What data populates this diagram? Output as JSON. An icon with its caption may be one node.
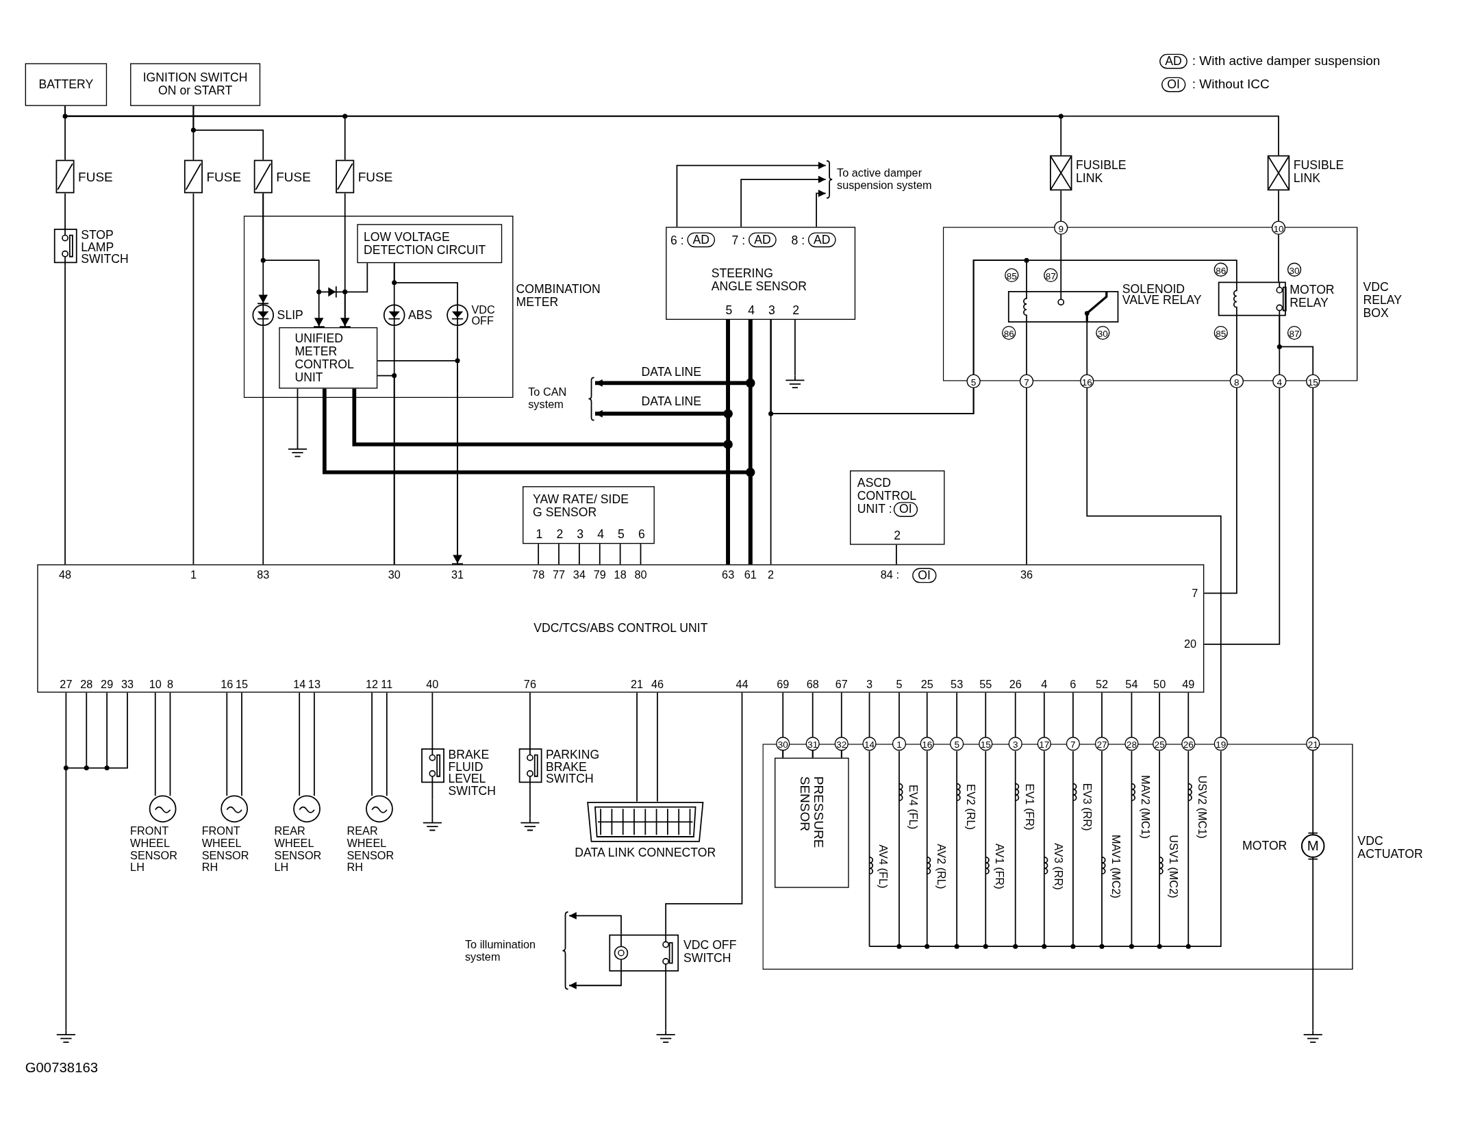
{
  "diagram": {
    "nodes": [
      {
        "text": [
          "BATTERY"
        ]
      },
      {
        "text": [
          "IGNITION SWITCH ON or START"
        ]
      },
      {
        "text": [
          "FUSE"
        ]
      },
      {
        "text": [
          "FUSE"
        ]
      },
      {
        "text": [
          "FUSE"
        ]
      },
      {
        "text": [
          "FUSE"
        ]
      },
      {
        "text": [
          "STOP LAMP SWITCH"
        ]
      },
      {
        "text": [
          "COMBINATION METER"
        ]
      },
      {
        "text": [
          "LOW VOLTAGE DETECTION CIRCUIT"
        ],
        "in": 7
      },
      {
        "text": [
          "SLIP"
        ],
        "in": 7
      },
      {
        "text": [
          "ABS"
        ],
        "in": 7
      },
      {
        "text": [
          "VDC OFF"
        ],
        "in": 7
      },
      {
        "text": [
          "UNIFIED METER CONTROL UNIT"
        ],
        "in": 7
      },
      {
        "text": [],
        "shape": "ground"
      },
      {
        "text": [
          "To active damper suspension system"
        ]
      },
      {
        "text": [
          "6 :",
          "AD",
          "7 :",
          "AD",
          "8 :",
          "AD",
          "STEERING ANGLE SENSOR",
          "5",
          "4",
          "3",
          "2"
        ]
      },
      {
        "text": [],
        "shape": "ground"
      },
      {
        "text": [
          "To CAN system"
        ]
      },
      {
        "text": [
          "FUSIBLE LINK"
        ]
      },
      {
        "text": [
          "FUSIBLE LINK"
        ]
      },
      {
        "text": [
          "VDC RELAY BOX"
        ]
      },
      {
        "text": [
          "SOLENOID VALVE RELAY"
        ],
        "in": 20
      },
      {
        "text": [
          "MOTOR RELAY"
        ],
        "in": 20
      },
      {
        "text": [
          "YAW RATE/ SIDE G SENSOR",
          "1",
          "2",
          "3",
          "4",
          "5",
          "6"
        ]
      },
      {
        "text": [
          "ASCD CONTROL UNIT :",
          "OI",
          "2"
        ]
      },
      {
        "text": [
          "VDC/TCS/ABS CONTROL UNIT"
        ]
      },
      {
        "text": [
          "FRONT WHEEL SENSOR LH"
        ]
      },
      {
        "text": [
          "FRONT WHEEL SENSOR RH"
        ]
      },
      {
        "text": [
          "REAR WHEEL SENSOR LH"
        ]
      },
      {
        "text": [
          "REAR WHEEL SENSOR RH"
        ]
      },
      {
        "text": [
          "BRAKE FLUID LEVEL SWITCH"
        ]
      },
      {
        "text": [],
        "shape": "ground"
      },
      {
        "text": [
          "PARKING BRAKE SWITCH"
        ]
      },
      {
        "text": [],
        "shape": "ground"
      },
      {
        "text": [
          "DATA LINK CONNECTOR"
        ]
      },
      {
        "text": [
          "To illumination system"
        ]
      },
      {
        "text": [
          "VDC OFF SWITCH"
        ]
      },
      {
        "text": [],
        "shape": "ground"
      },
      {
        "text": [],
        "shape": "ground"
      },
      {
        "text": [
          "VDC ACTUATOR"
        ]
      },
      {
        "text": [
          "PRESSURE SENSOR"
        ],
        "in": 39
      },
      {
        "text": [
          "MOTOR",
          "M"
        ],
        "in": 39
      },
      {
        "text": [],
        "shape": "ground"
      }
    ],
    "edges": [
      {
        "from": 0,
        "to": 2,
        "arrow": "none"
      },
      {
        "from": 0,
        "to": 5,
        "arrow": "none"
      },
      {
        "from": 0,
        "to": 18,
        "arrow": "none"
      },
      {
        "from": 0,
        "to": 19,
        "arrow": "none"
      },
      {
        "from": 1,
        "to": 3,
        "arrow": "none"
      },
      {
        "from": 1,
        "to": 4,
        "arrow": "none"
      },
      {
        "from": 2,
        "to": 6,
        "arrow": "none"
      },
      {
        "from": 6,
        "to": 25,
        "arrow": "none"
      },
      {
        "from": 3,
        "to": 25,
        "arrow": "none"
      },
      {
        "from": 4,
        "to": 9,
        "arrow": "to"
      },
      {
        "from": 9,
        "to": 25,
        "arrow": "none"
      },
      {
        "from": 4,
        "to": 12,
        "arrow": "to"
      },
      {
        "from": 5,
        "to": 12,
        "arrow": "to"
      },
      {
        "from": 8,
        "to": 12,
        "arrow": "none"
      },
      {
        "from": 8,
        "to": 10,
        "arrow": "none"
      },
      {
        "from": 8,
        "to": 11,
        "arrow": "none"
      },
      {
        "from": 10,
        "to": 25,
        "arrow": "none"
      },
      {
        "from": 11,
        "to": 25,
        "arrow": "to"
      },
      {
        "from": 12,
        "to": 25,
        "arrow": "none"
      },
      {
        "from": 12,
        "to": 25,
        "arrow": "none"
      },
      {
        "from": 12,
        "to": 13,
        "arrow": "none"
      },
      {
        "from": 12,
        "to": 25,
        "arrow": "none",
        "style": "thick"
      },
      {
        "from": 12,
        "to": 25,
        "arrow": "none",
        "style": "thick"
      },
      {
        "from": 15,
        "to": 25,
        "arrow": "none",
        "style": "thick"
      },
      {
        "from": 15,
        "to": 25,
        "arrow": "none",
        "style": "thick"
      },
      {
        "from": 15,
        "to": 17,
        "arrow": "to",
        "style": "thick",
        "label": "DATA LINE"
      },
      {
        "from": 15,
        "to": 17,
        "arrow": "to",
        "style": "thick",
        "label": "DATA LINE"
      },
      {
        "from": 15,
        "to": 25,
        "arrow": "none"
      },
      {
        "from": 15,
        "to": 16,
        "arrow": "none"
      },
      {
        "from": 15,
        "to": 14,
        "arrow": "to"
      },
      {
        "from": 15,
        "to": 14,
        "arrow": "to"
      },
      {
        "from": 15,
        "to": 14,
        "arrow": "to"
      },
      {
        "from": 15,
        "to": 21,
        "arrow": "none"
      },
      {
        "from": 15,
        "to": 22,
        "arrow": "none"
      },
      {
        "from": 18,
        "to": 21,
        "arrow": "none"
      },
      {
        "from": 19,
        "to": 22,
        "arrow": "none"
      },
      {
        "from": 21,
        "to": 25,
        "arrow": "none"
      },
      {
        "from": 21,
        "to": 39,
        "arrow": "none"
      },
      {
        "from": 22,
        "to": 25,
        "arrow": "none"
      },
      {
        "from": 22,
        "to": 25,
        "arrow": "none"
      },
      {
        "from": 22,
        "to": 41,
        "arrow": "none"
      },
      {
        "from": 41,
        "to": 42,
        "arrow": "none"
      },
      {
        "from": 23,
        "to": 25,
        "arrow": "none"
      },
      {
        "from": 23,
        "to": 25,
        "arrow": "none"
      },
      {
        "from": 23,
        "to": 25,
        "arrow": "none"
      },
      {
        "from": 23,
        "to": 25,
        "arrow": "none"
      },
      {
        "from": 23,
        "to": 25,
        "arrow": "none"
      },
      {
        "from": 23,
        "to": 25,
        "arrow": "none"
      },
      {
        "from": 24,
        "to": 25,
        "arrow": "none"
      },
      {
        "from": 25,
        "to": 37,
        "arrow": "none"
      },
      {
        "from": 25,
        "to": 26,
        "arrow": "none"
      },
      {
        "from": 25,
        "to": 26,
        "arrow": "none"
      },
      {
        "from": 25,
        "to": 27,
        "arrow": "none"
      },
      {
        "from": 25,
        "to": 27,
        "arrow": "none"
      },
      {
        "from": 25,
        "to": 28,
        "arrow": "none"
      },
      {
        "from": 25,
        "to": 28,
        "arrow": "none"
      },
      {
        "from": 25,
        "to": 29,
        "arrow": "none"
      },
      {
        "from": 25,
        "to": 29,
        "arrow": "none"
      },
      {
        "from": 25,
        "to": 30,
        "arrow": "none"
      },
      {
        "from": 30,
        "to": 31,
        "arrow": "none"
      },
      {
        "from": 25,
        "to": 32,
        "arrow": "none"
      },
      {
        "from": 32,
        "to": 33,
        "arrow": "none"
      },
      {
        "from": 25,
        "to": 34,
        "arrow": "none"
      },
      {
        "from": 25,
        "to": 34,
        "arrow": "none"
      },
      {
        "from": 25,
        "to": 36,
        "arrow": "none"
      },
      {
        "from": 36,
        "to": 38,
        "arrow": "none"
      },
      {
        "from": 36,
        "to": 35,
        "arrow": "to"
      },
      {
        "from": 36,
        "to": 35,
        "arrow": "to"
      },
      {
        "from": 25,
        "to": 40,
        "arrow": "none"
      },
      {
        "from": 25,
        "to": 40,
        "arrow": "none"
      },
      {
        "from": 25,
        "to": 40,
        "arrow": "none"
      },
      {
        "from": 25,
        "to": 39,
        "arrow": "none"
      },
      {
        "from": 25,
        "to": 39,
        "arrow": "none"
      },
      {
        "from": 25,
        "to": 39,
        "arrow": "none"
      },
      {
        "from": 25,
        "to": 39,
        "arrow": "none"
      },
      {
        "from": 25,
        "to": 39,
        "arrow": "none"
      },
      {
        "from": 25,
        "to": 39,
        "arrow": "none"
      },
      {
        "from": 25,
        "to": 39,
        "arrow": "none"
      },
      {
        "from": 25,
        "to": 39,
        "arrow": "none"
      },
      {
        "from": 25,
        "to": 39,
        "arrow": "none"
      },
      {
        "from": 25,
        "to": 39,
        "arrow": "none"
      },
      {
        "from": 25,
        "to": 39,
        "arrow": "none"
      },
      {
        "from": 25,
        "to": 39,
        "arrow": "none"
      }
    ],
    "labels": [
      "AD",
      ": With active damper suspension",
      "OI",
      ": Without ICC",
      "9",
      "10",
      "85",
      "87",
      "86",
      "30",
      "86",
      "30",
      "85",
      "87",
      "5",
      "7",
      "16",
      "8",
      "4",
      "15",
      "48",
      "1",
      "83",
      "30",
      "31",
      "78",
      "77",
      "34",
      "79",
      "18",
      "80",
      "63",
      "61",
      "2",
      "84 :",
      "OI",
      "36",
      "7",
      "20",
      "27",
      "28",
      "29",
      "33",
      "10",
      "8",
      "16",
      "15",
      "14",
      "13",
      "12",
      "11",
      "40",
      "76",
      "21",
      "46",
      "44",
      "69",
      "68",
      "67",
      "3",
      "5",
      "25",
      "53",
      "55",
      "26",
      "4",
      "6",
      "52",
      "54",
      "50",
      "49",
      "30",
      "31",
      "32",
      "14",
      "1",
      "16",
      "5",
      "15",
      "3",
      "17",
      "7",
      "27",
      "28",
      "25",
      "26",
      "19",
      "21",
      "AV4 (FL)",
      "EV4 (FL)",
      "AV2 (RL)",
      "EV2 (RL)",
      "AV1 (FR)",
      "EV1 (FR)",
      "AV3 (RR)",
      "EV3 (RR)",
      "MAV1 (MC2)",
      "MAV2 (MC1)",
      "USV1 (MC2)",
      "USV2 (MC1)",
      "G00738163"
    ]
  }
}
